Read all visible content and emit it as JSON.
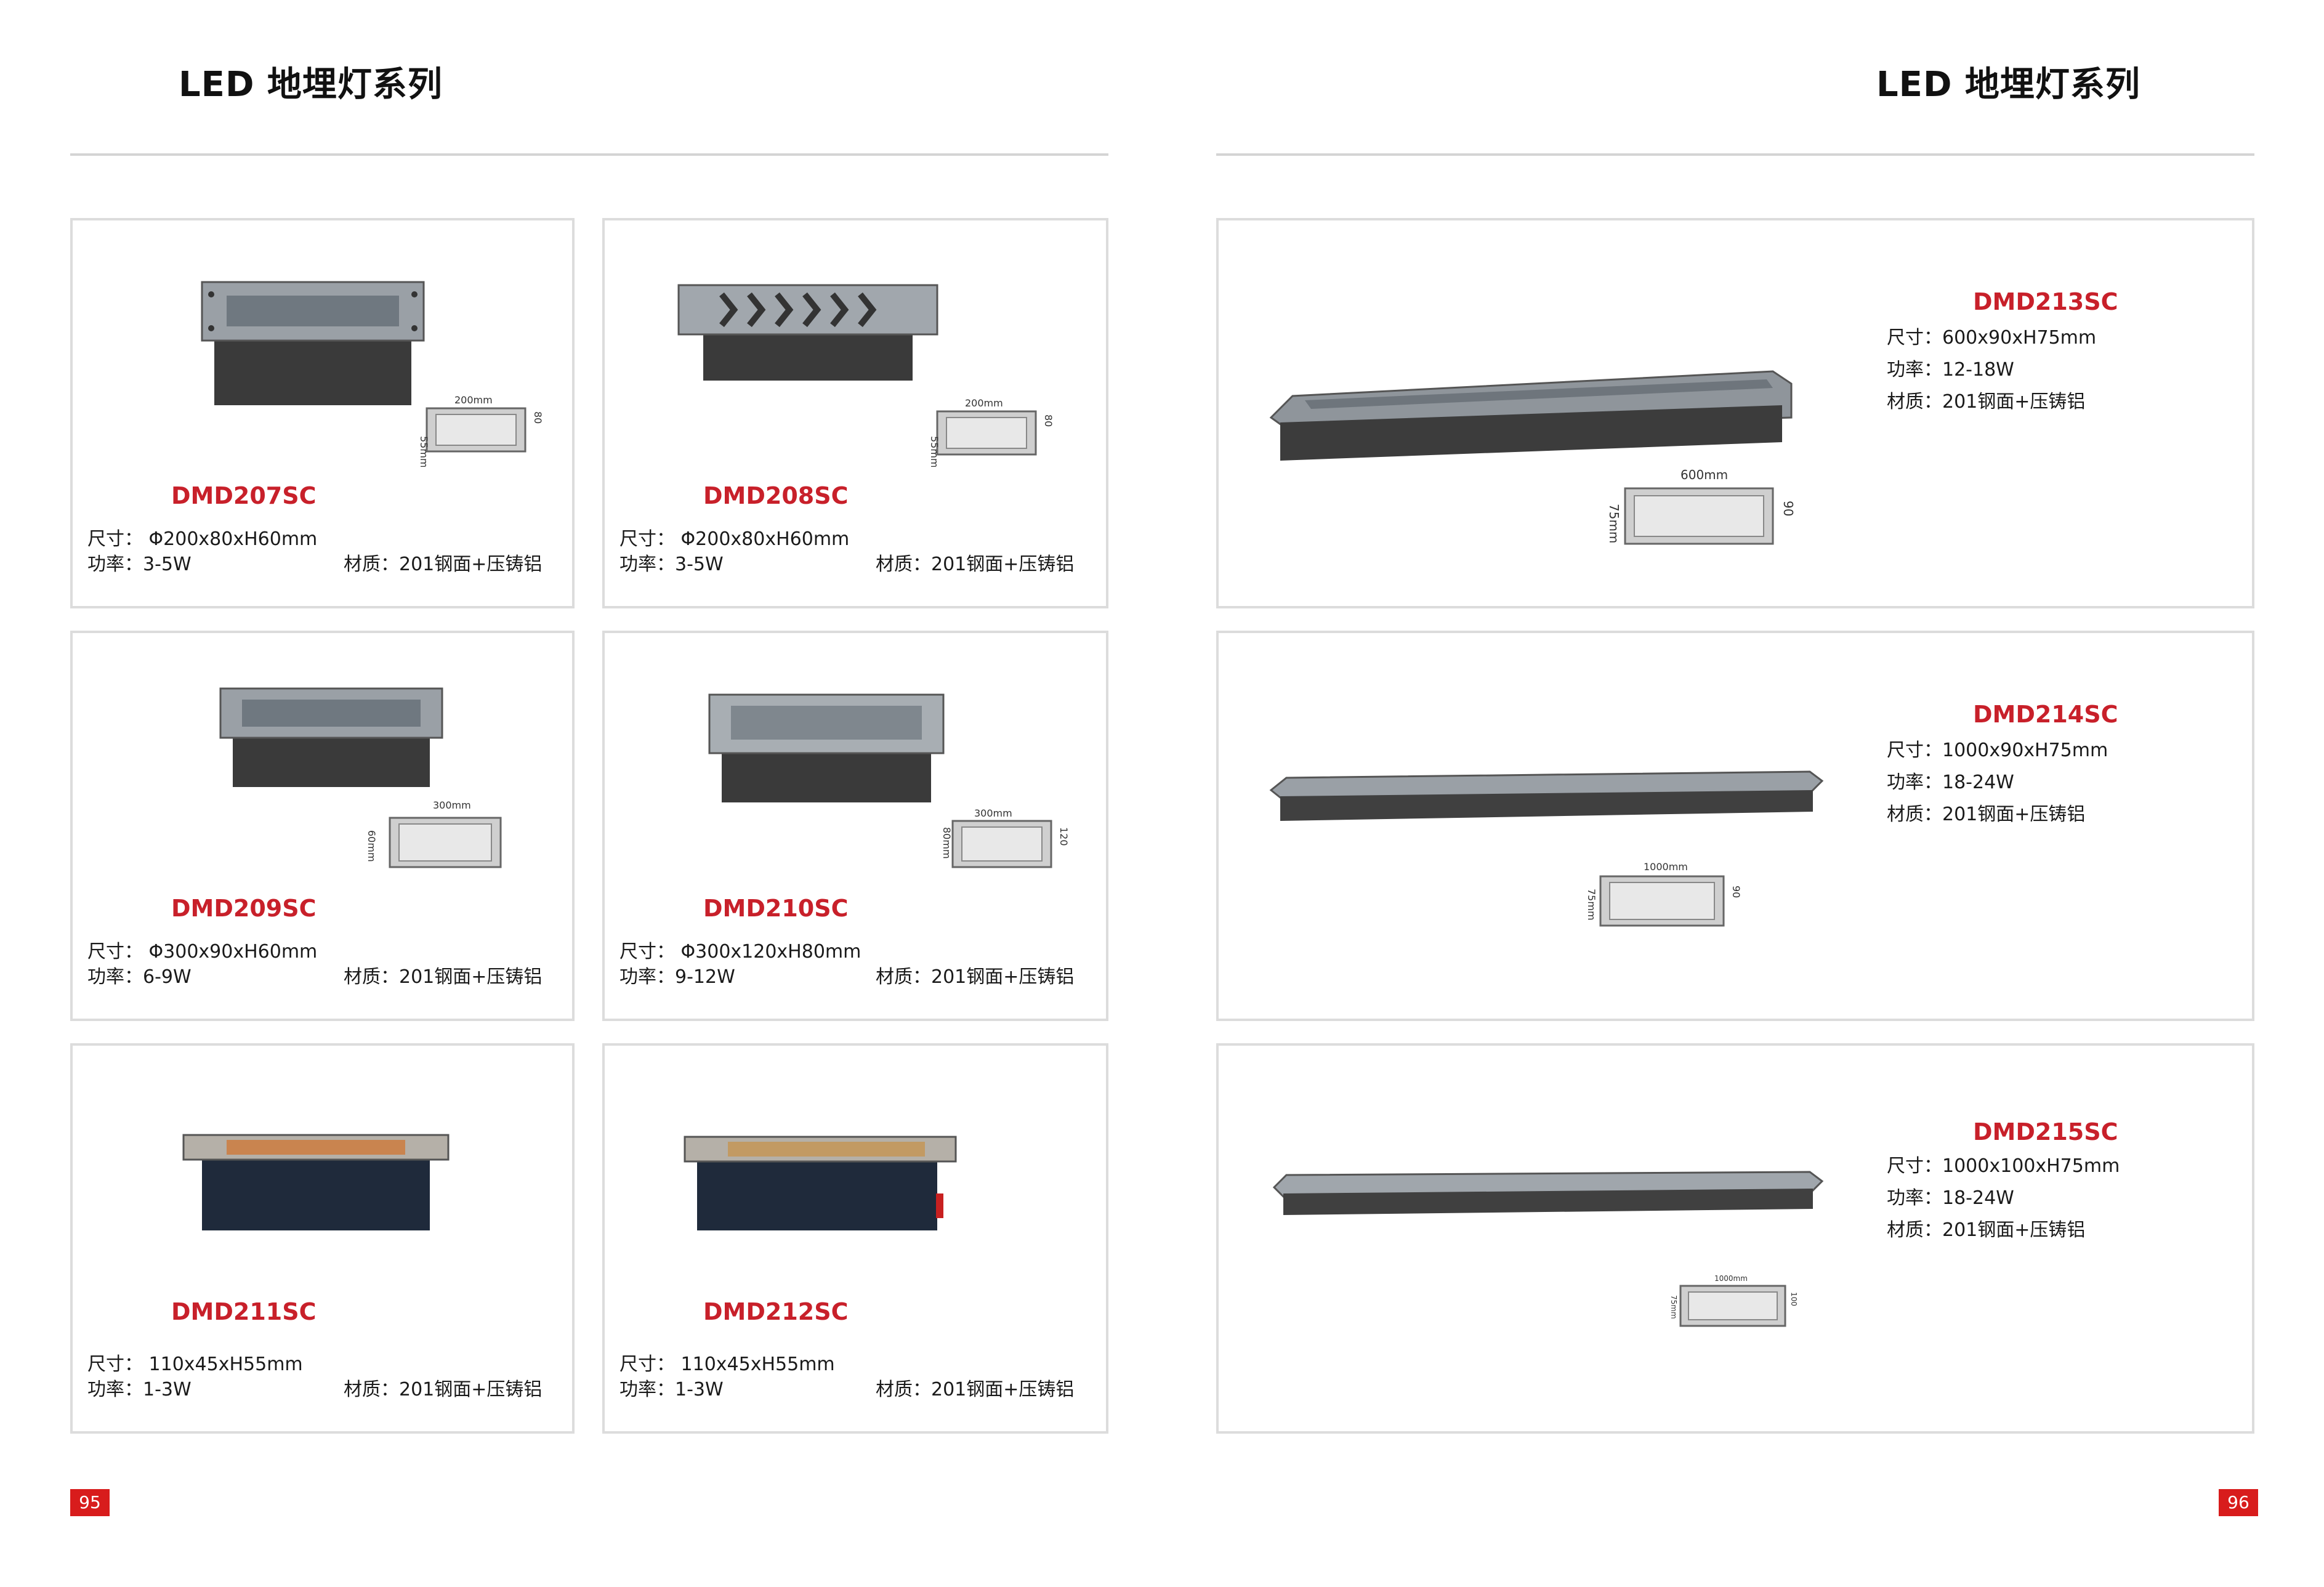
{
  "left_page": {
    "heading": "LED 地埋灯系列",
    "page_number": "95",
    "products": [
      {
        "model": "DMD207SC",
        "size": "尺寸：  Φ200x80xH60mm",
        "power": "功率：3-5W",
        "material": "材质：201钢面+压铸铝",
        "drawing": {
          "width": "200mm",
          "height": "55mm",
          "depth": "80"
        }
      },
      {
        "model": "DMD208SC",
        "size": "尺寸：  Φ200x80xH60mm",
        "power": "功率：3-5W",
        "material": "材质：201钢面+压铸铝",
        "drawing": {
          "width": "200mm",
          "height": "55mm",
          "depth": "80"
        }
      },
      {
        "model": "DMD209SC",
        "size": "尺寸：  Φ300x90xH60mm",
        "power": "功率：6-9W",
        "material": "材质：201钢面+压铸铝",
        "drawing": {
          "width": "300mm",
          "height": "60mm",
          "depth": ""
        }
      },
      {
        "model": "DMD210SC",
        "size": "尺寸：  Φ300x120xH80mm",
        "power": "功率：9-12W",
        "material": "材质：201钢面+压铸铝",
        "drawing": {
          "width": "300mm",
          "height": "80mm",
          "depth": "120"
        }
      },
      {
        "model": "DMD211SC",
        "size": "尺寸：  110x45xH55mm",
        "power": "功率：1-3W",
        "material": "材质：201钢面+压铸铝",
        "drawing": {
          "width": "",
          "height": "",
          "depth": ""
        }
      },
      {
        "model": "DMD212SC",
        "size": "尺寸：  110x45xH55mm",
        "power": "功率：1-3W",
        "material": "材质：201钢面+压铸铝",
        "drawing": {
          "width": "",
          "height": "",
          "depth": ""
        }
      }
    ]
  },
  "right_page": {
    "heading": "LED 地埋灯系列",
    "page_number": "96",
    "products": [
      {
        "model": "DMD213SC",
        "size": "尺寸：600x90xH75mm",
        "power": "功率：12-18W",
        "material": "材质：201钢面+压铸铝",
        "drawing": {
          "width": "600mm",
          "height": "75mm",
          "depth": "90"
        }
      },
      {
        "model": "DMD214SC",
        "size": "尺寸：1000x90xH75mm",
        "power": "功率：18-24W",
        "material": "材质：201钢面+压铸铝",
        "drawing": {
          "width": "1000mm",
          "height": "75mm",
          "depth": "90"
        }
      },
      {
        "model": "DMD215SC",
        "size": "尺寸：1000x100xH75mm",
        "power": "功率：18-24W",
        "material": "材质：201钢面+压铸铝",
        "drawing": {
          "width": "1000mm",
          "height": "75mm",
          "depth": "100"
        }
      }
    ]
  }
}
